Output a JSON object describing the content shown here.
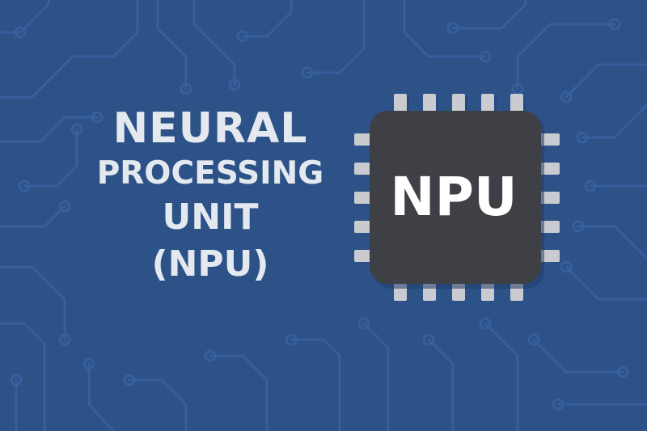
{
  "title": {
    "line1": "NEURAL",
    "line2": "PROCESSING",
    "line3": "UNIT",
    "line4": "(NPU)"
  },
  "chip": {
    "label": "NPU"
  },
  "colors": {
    "background": "#2c5288",
    "circuit_trace": "#3d64a0",
    "chip_body": "#3f4045",
    "chip_pins": "#c9cbd0",
    "text": "#e4e8ef"
  }
}
